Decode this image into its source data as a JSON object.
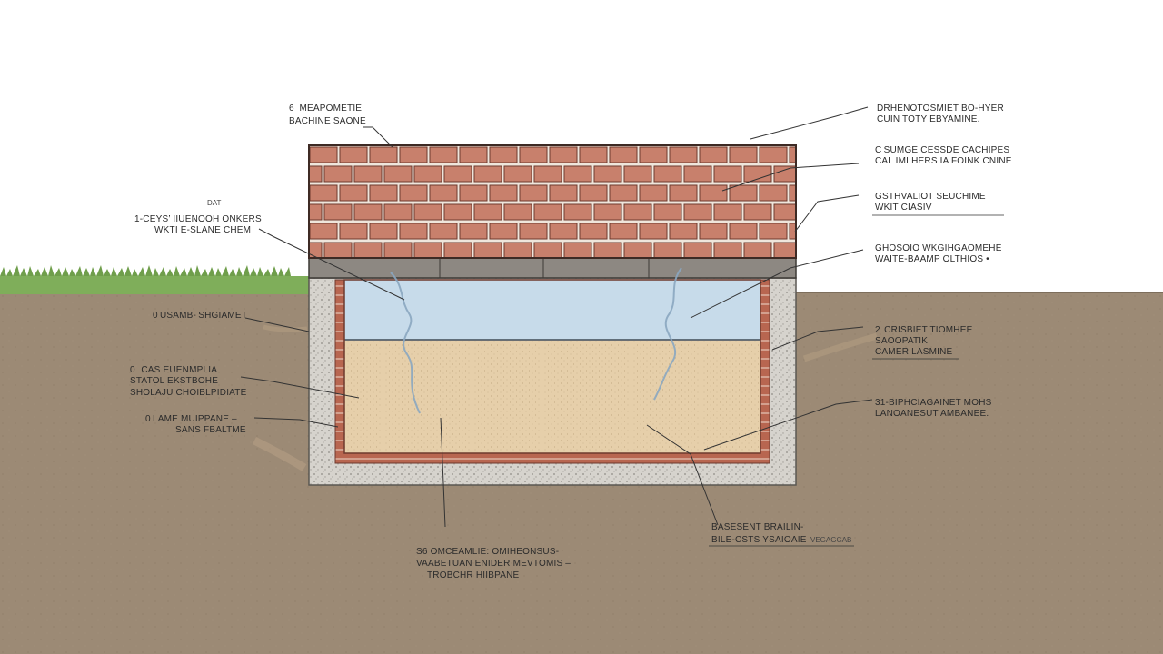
{
  "diagram": {
    "colors": {
      "sky": "#ffffff",
      "soil": "#9c8a75",
      "grass": "#7fae5a",
      "brick": "#c8806c",
      "mortar": "#efe6dc",
      "concrete_band": "#8d8882",
      "gravel": "#d6d3cd",
      "sand": "#e6cfaa",
      "water": "#c7dbea",
      "red_membrane": "#a8523e"
    },
    "labels": {
      "top_left": [
        "6  MEAPOMETIE",
        "BACHINE SAONE"
      ],
      "left_1": [
        "1-CEYS’ IIUENOOH ONKERS",
        "WKTI E-SLANE CHEM"
      ],
      "left_1_tag": "DAT",
      "left_2": [
        "0 USAMB- SHGIAMET"
      ],
      "left_3": [
        "0   CAS EUENMPLIA",
        "STATOL EKSTBOHE",
        "SHOLAJU CHOIBLPIDIATE"
      ],
      "left_4": [
        "0 LAME MUIPPANE –",
        "SANS FBALTME"
      ],
      "bottom_center": [
        "S6 OMCEAMLIE: OMIHEONSUS-",
        "VAABETUAN ENIDER MEVTOMIS –",
        "TROBCHR HIIBPANE"
      ],
      "bottom_right": [
        "BASESENT BRAILIN-",
        "BILE-CSTS YSAIOAIE"
      ],
      "bottom_right_tag": "VEGAGGAB",
      "right_1": [
        "DRHENOTOSMIET BO-HYER",
        "CUIN TOTY EBYAMINE."
      ],
      "right_2": [
        "C SUMGE CESSDE CACHIPES",
        "CAL IMIIHERS IA FOINK CNINE"
      ],
      "right_3": [
        "GSTHVALIOT SEUCHIME",
        "WKIT CIASIV"
      ],
      "right_4": [
        "GHOSOIO WKGIHGAOMEHE",
        "WAITE-BAAMP OLTHIOS •"
      ],
      "right_5": [
        "2  CRISBIET TIOMHEE",
        "SAOOPATIK",
        "CAMER LASMINE"
      ],
      "right_6": [
        "31-BIPHCIAGAINET MOHS",
        "LANOANESUT AMBANEE."
      ]
    }
  }
}
